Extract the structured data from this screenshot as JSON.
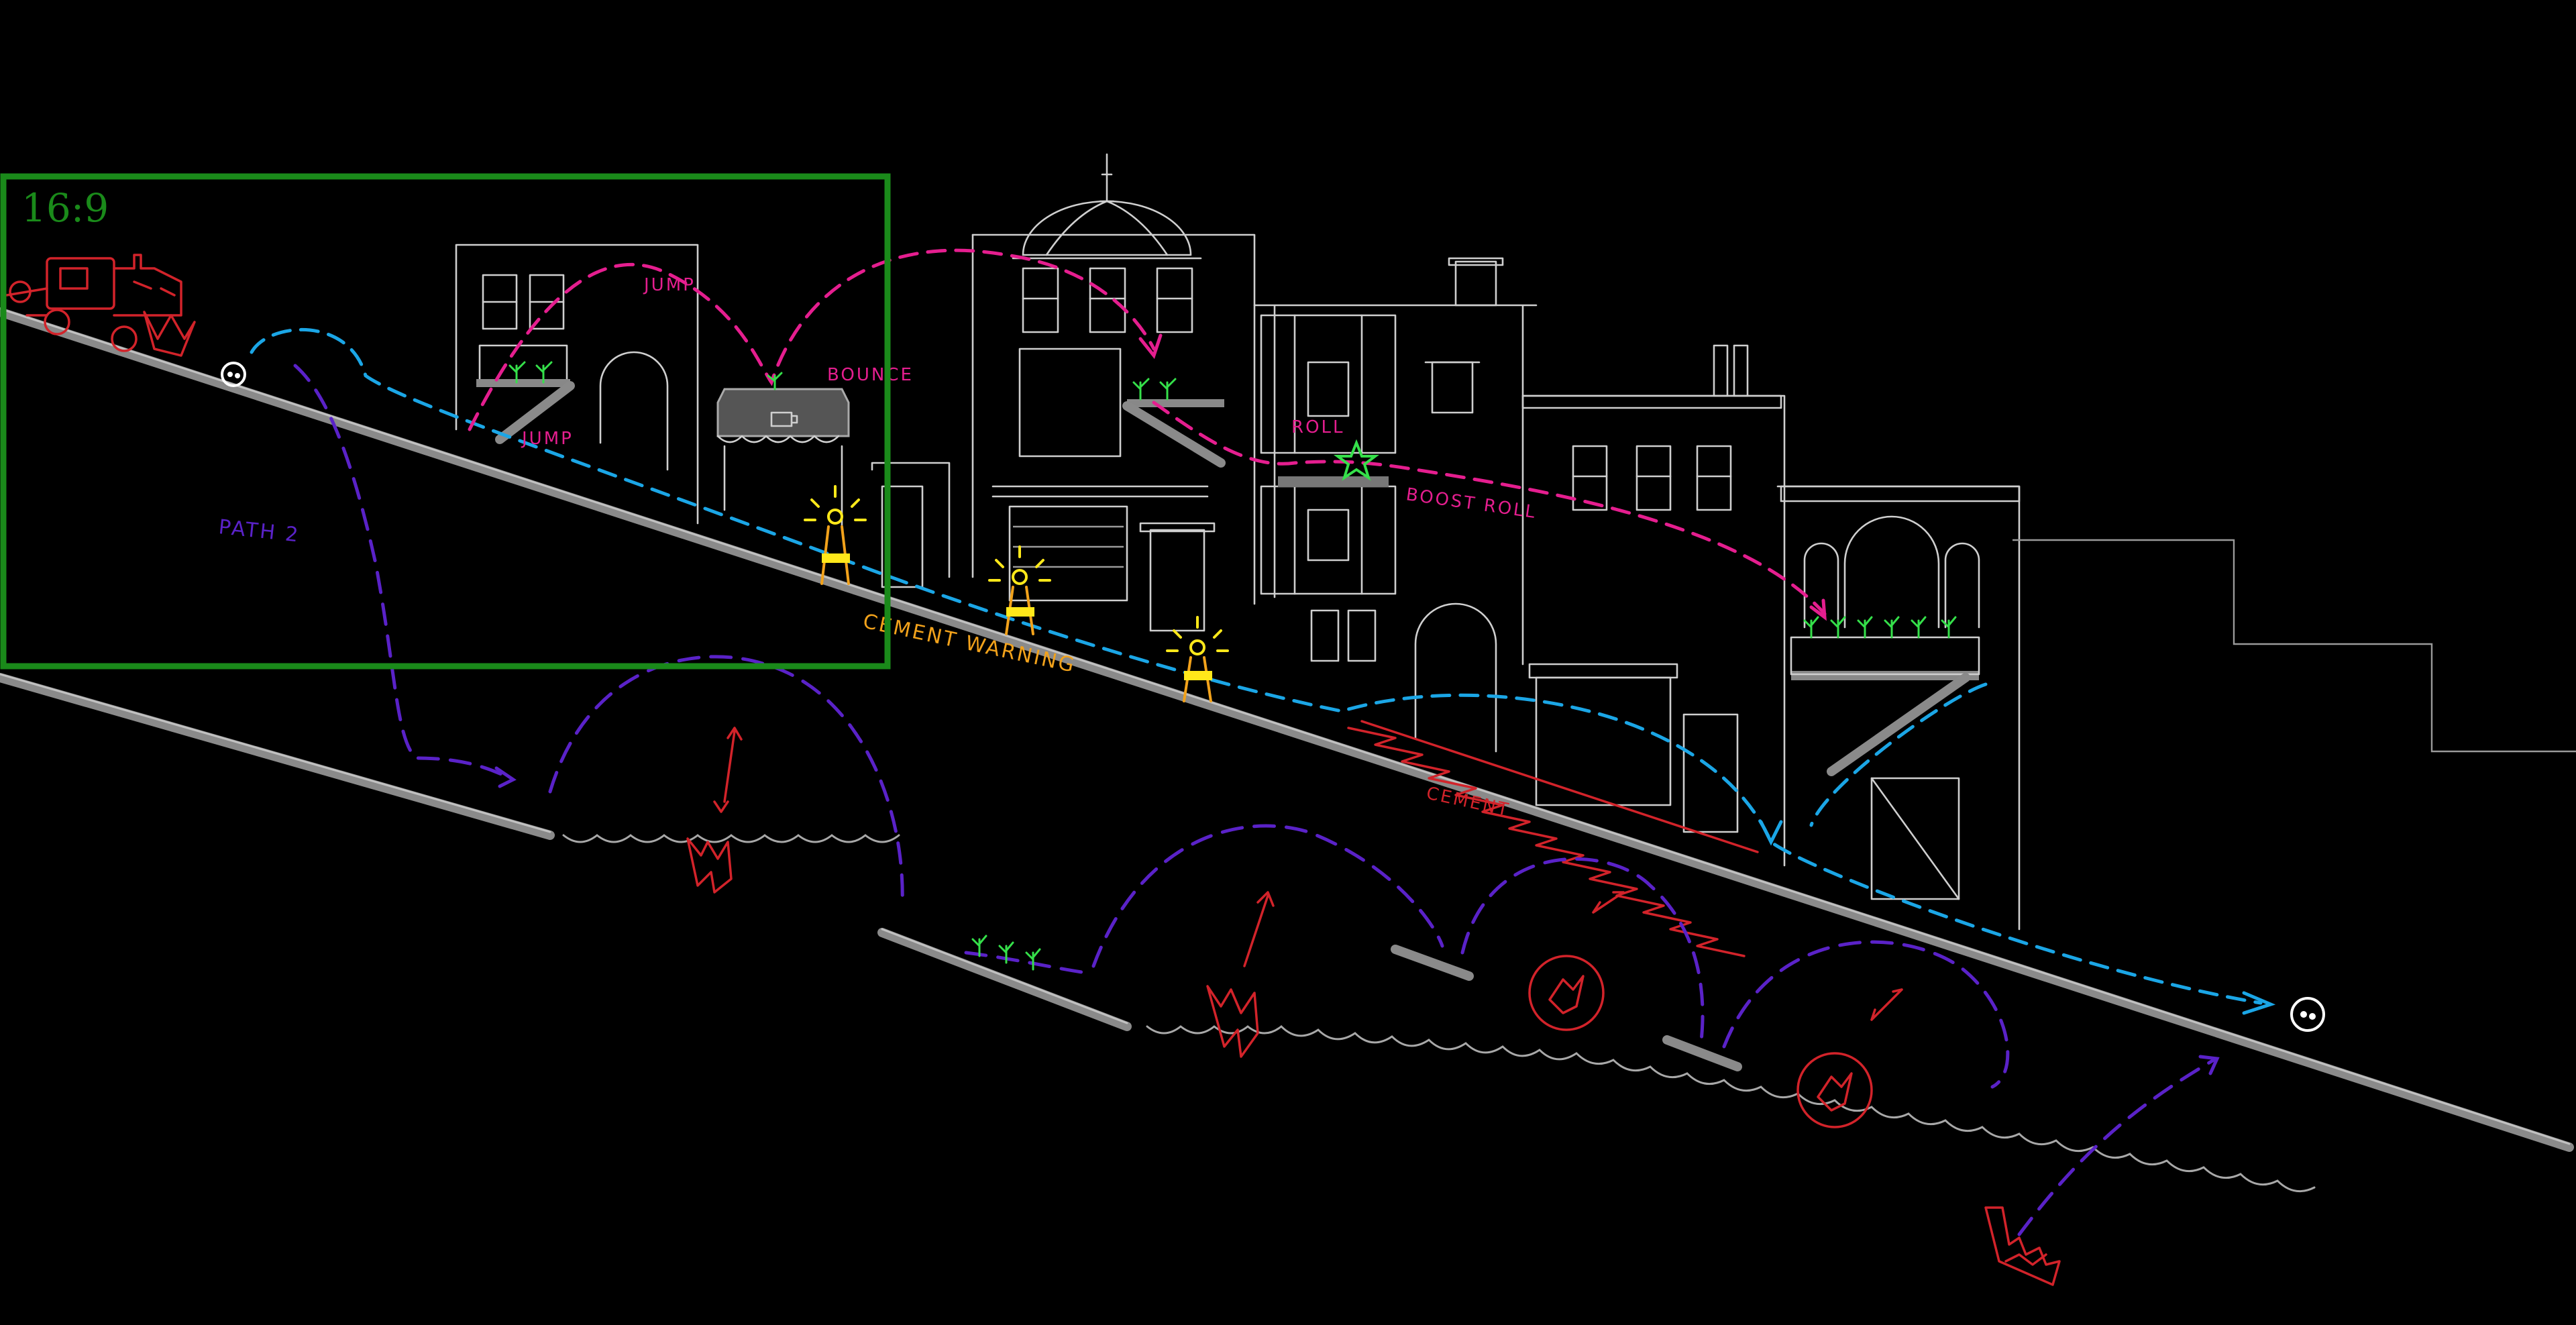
{
  "frame": {
    "label": "16:9",
    "color": "#1a8a1a"
  },
  "annotations": {
    "path2": "PATH 2",
    "jump_upper": "JUMP",
    "jump_lower": "JUMP",
    "bounce": "BOUNCE",
    "roll": "ROLL",
    "boost_roll": "BOOST ROLL",
    "cement_warning": "CEMENT WARNING",
    "cement": "CEMENT"
  },
  "colors": {
    "background": "#000000",
    "main_path": "#1ba6e6",
    "trick_path": "#e51e8f",
    "path2": "#5a22c8",
    "hazard": "#d2232a",
    "warning": "#f2a21b",
    "warning_light": "#ffe81a",
    "plants": "#35e04a",
    "buildings": "#cfcfcf"
  },
  "icons": [
    "monster-truck-icon",
    "player-ball-icon",
    "goal-ball-icon",
    "awning-cafe-icon",
    "warning-cone-icon",
    "star-pickup-icon",
    "crocodile-jaw-icon",
    "piranha-bubble-icon",
    "plant-icon"
  ]
}
